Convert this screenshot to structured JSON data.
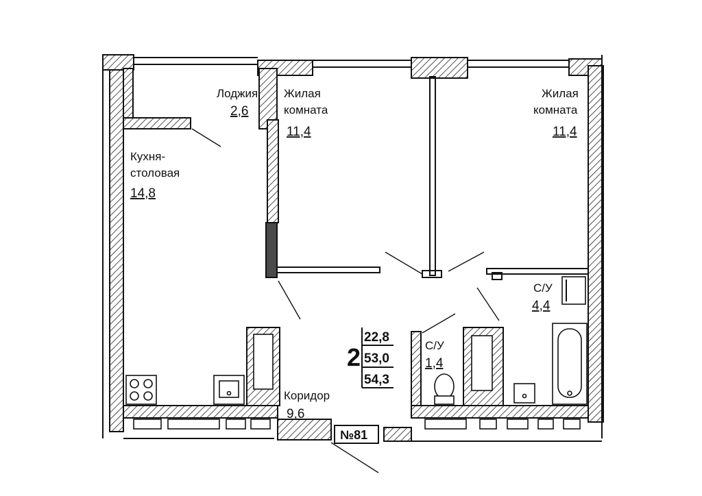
{
  "plan": {
    "rooms": [
      {
        "id": "loggia",
        "name": "Лоджия",
        "area": "2,6"
      },
      {
        "id": "living-room-1",
        "name_line1": "Жилая",
        "name_line2": "комната",
        "area": "11,4"
      },
      {
        "id": "living-room-2",
        "name_line1": "Жилая",
        "name_line2": "комната",
        "area": "11,4"
      },
      {
        "id": "kitchen",
        "name_line1": "Кухня-",
        "name_line2": "столовая",
        "area": "14,8"
      },
      {
        "id": "bathroom-1",
        "name": "С/У",
        "area": "4,4"
      },
      {
        "id": "bathroom-2",
        "name": "С/У",
        "area": "1,4"
      },
      {
        "id": "corridor",
        "name": "Коридор",
        "area": "9,6"
      }
    ],
    "summary": {
      "rooms_count": "2",
      "living_area": "22,8",
      "total_area": "53,0",
      "total_with_loggia": "54,3"
    },
    "apartment_number": "№81"
  }
}
